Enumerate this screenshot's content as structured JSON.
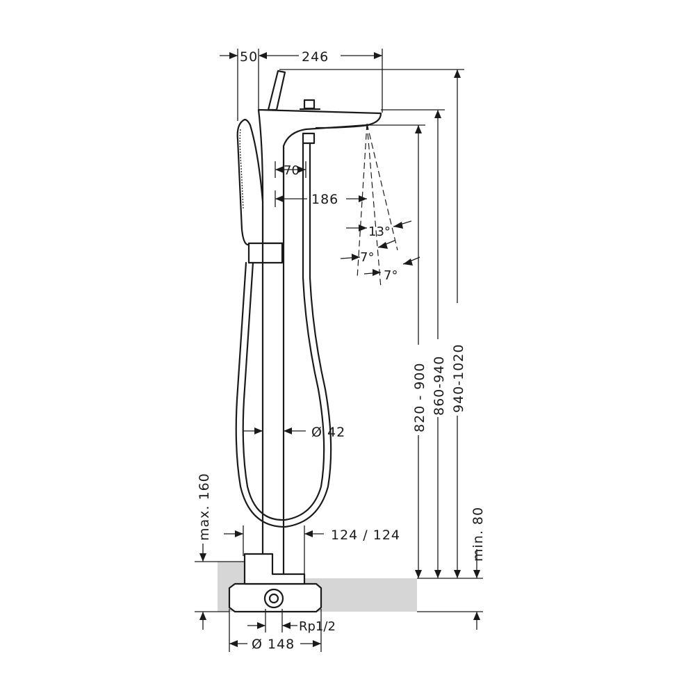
{
  "dimensions": {
    "offset_50": "50",
    "width_246": "246",
    "width_70": "70",
    "width_186": "186",
    "angle_13": "13°",
    "angle_7_left": "7°",
    "angle_7_right": "7°",
    "height_820_900": "820 - 900",
    "height_860_940": "860-940",
    "height_940_1020": "940-1020",
    "pipe_diameter": "Ø  42",
    "max_160": "max. 160",
    "distance_124": "124  /  124",
    "min_80": "min. 80",
    "thread_rp": "Rp1/2",
    "base_diameter": "Ø 148"
  }
}
